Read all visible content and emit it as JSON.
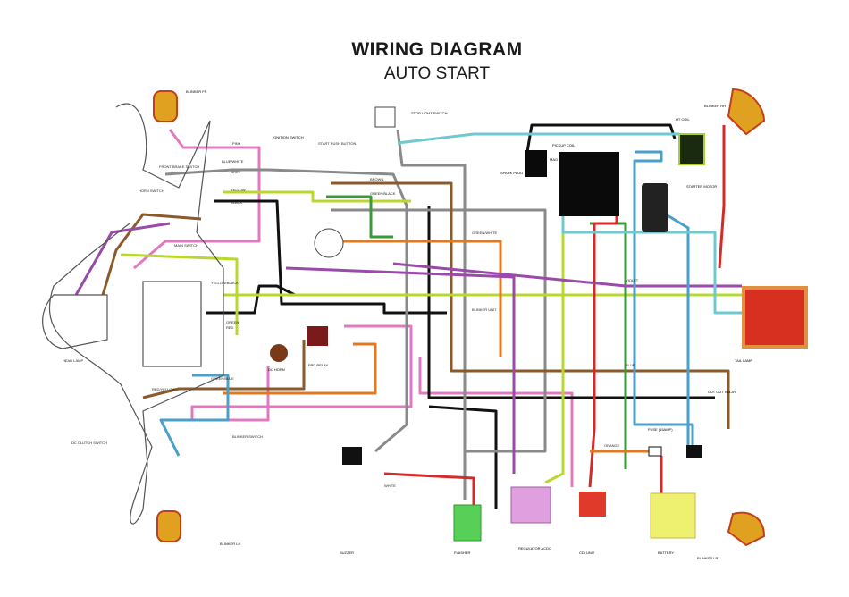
{
  "header": {
    "title": "WIRING DIAGRAM",
    "subtitle": "AUTO START"
  },
  "components": {
    "blinker_fr": "BLINKER FR",
    "blinker_rh": "BLINKER RH",
    "blinker_lh": "BLINKER LH",
    "blinker_lr": "BLINKER LR",
    "front_brake_switch": "FRONT BRAKE SWITCH",
    "horn_switch": "HORN SWITCH",
    "main_switch": "MAIN SWITCH",
    "head_lamp": "HEAD LAMP",
    "ignition_switch": "IGNITION SWITCH",
    "start_push_button": "START PUSH BUTTON",
    "stop_light_switch": "STOP LIGHT SWITCH",
    "pickup_coil": "PICKUP COIL",
    "magneto": "MAG",
    "spark_plug": "SPARK PLUG",
    "ht_coil": "HT COIL",
    "starter_motor": "STARTER MOTOR",
    "tail_lamp": "TAIL LAMP",
    "dc_horn": "DC HORN",
    "frd_relay": "FRD RELAY",
    "blinker_unit": "BLINKER UNIT",
    "clutch_switch": "DC CLUTCH SWITCH",
    "blinker_switch": "BLINKER SWITCH",
    "buzzer": "BUZZER",
    "flasher": "FLASHER",
    "regulator": "REGULATOR ACDC",
    "cdi_unit": "CDI UNIT",
    "fuse": "FUSE (15AMP)",
    "cut_out_relay": "CUT OUT RELAY",
    "battery": "BATTERY"
  },
  "wire_labels": {
    "pink": "PINK",
    "blue_white": "BLUE/WHITE",
    "grey": "GREY",
    "yellow": "YELLOW",
    "black": "BLACK",
    "brown": "BROWN",
    "green_black": "GREEN/BLACK",
    "green_white": "GREEN/WHITE",
    "yellow_black": "YELLOW/BLACK",
    "green": "GREEN",
    "red": "RED",
    "red_yellow": "RED/YELLOW",
    "white": "WHITE",
    "blue": "BLUE",
    "violet": "VIOLET",
    "orange": "ORANGE",
    "green_blue": "GREEN/BLUE"
  },
  "colors": {
    "pink": "#e07ac0",
    "grey": "#8a8a8a",
    "black": "#111111",
    "brown": "#8b5a2b",
    "yellow_green": "#b8d830",
    "green": "#3a9a3a",
    "red": "#d42a2a",
    "blue": "#4aa0c8",
    "violet": "#9a4aa8",
    "orange": "#e07a20",
    "cyan": "#70c8d0"
  }
}
